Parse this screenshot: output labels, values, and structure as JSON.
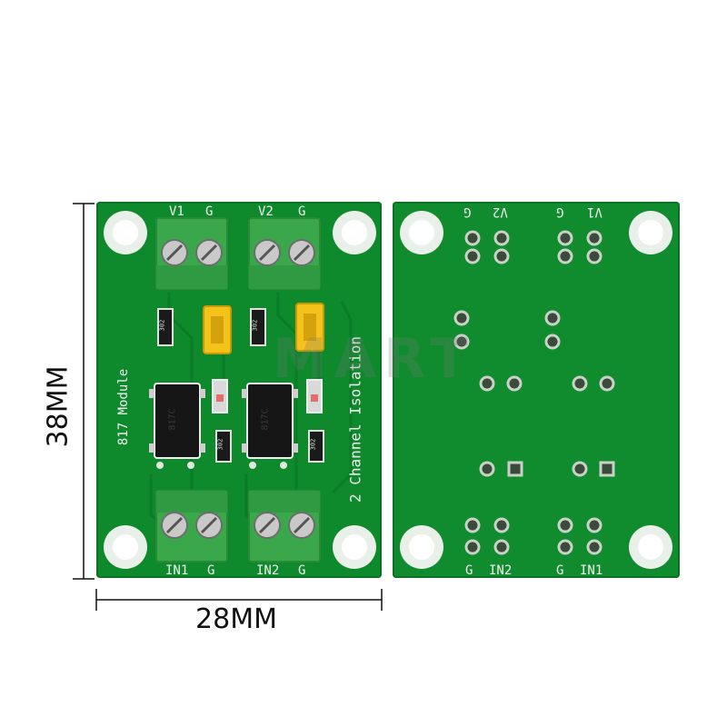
{
  "dimensions": {
    "height_label": "38MM",
    "width_label": "28MM"
  },
  "front_board": {
    "top_terminal_labels": [
      "V1",
      "G",
      "V2",
      "G"
    ],
    "bottom_terminal_labels": [
      "IN1",
      "G",
      "IN2",
      "G"
    ],
    "module_text": "817 Module",
    "title_text": "2 Channel Isolation",
    "resistor_code": "302",
    "optocoupler_marking": "817C"
  },
  "back_board": {
    "top_labels": [
      "G",
      "V2",
      "G",
      "V1"
    ],
    "bottom_labels": [
      "G",
      "IN2",
      "G",
      "IN1"
    ]
  },
  "watermark": "MART",
  "colors": {
    "pcb": "#0e8a2c",
    "terminal": "#3aa84a",
    "jumper": "#f4c21a",
    "silkscreen": "#f2f2f2"
  }
}
